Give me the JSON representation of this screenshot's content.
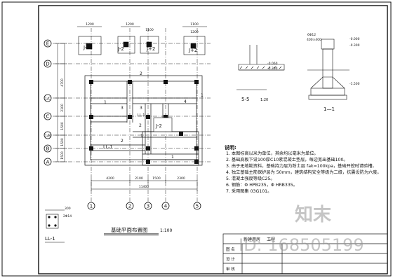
{
  "sheet": {
    "title": "基础平面布置图",
    "scale": "1:100",
    "project_label": "新建用房",
    "project_suffix": "工程"
  },
  "axes": {
    "horizontal": [
      "E",
      "D",
      "1/C",
      "C",
      "1/B",
      "B",
      "A"
    ],
    "vertical": [
      "1",
      "2",
      "3",
      "4",
      "5"
    ]
  },
  "dims": {
    "bottom": [
      "4200",
      "2100",
      "1500",
      "2300"
    ],
    "bottom_total": "11400",
    "left": [
      "4700",
      "2100",
      "1500",
      "1500",
      "1500"
    ],
    "footing_top": [
      "1200",
      "1200",
      "1100",
      "1100",
      "1200"
    ]
  },
  "footings": {
    "j1": "J-1",
    "j2": "J-2",
    "j2_alt": "J+2",
    "j2_plan": "J-2"
  },
  "plan_labels": {
    "beam_ll1": "LL-1",
    "beam_ll1b": "LL-1",
    "n1": "1",
    "n2": "2",
    "n3": "3",
    "n4": "4",
    "n1b": "1",
    "n2b": "2",
    "n3b": "3",
    "n1c": "1",
    "n2c": "2",
    "n1d": "1"
  },
  "sections": {
    "s55": {
      "label": "5-5",
      "scale": "1:20",
      "elev": "-0.060",
      "elev2": "-0.300"
    },
    "s11": {
      "label": "1—1",
      "elev_top": "-0.000",
      "elev_mid": "-0.300",
      "elev_bot": "-1.500",
      "rebar": "6Φ12",
      "dim": "400×400"
    },
    "ll1": {
      "label": "LL-1",
      "dim_top": "300",
      "rebar": "2Φ14"
    }
  },
  "notes": {
    "heading": "说明:",
    "lines": [
      "1. 本图标高以米为单位，其余均以毫米为单位。",
      "2. 基础底板下设100厚C10素混凝土垫层，每边宽出基础100。",
      "3. 由于无地勘资料，基础持力层为粉土层 fak=100kpa，基础开挖时请验槽。",
      "4. 独立基础主筋保护层为 50mm，建筑结构安全等级为二级，抗震设防为六度。",
      "5. 混凝土强度等级C25。",
      "6. 钢筋：Φ HPB235，Φ HRB335。",
      "7. 采用图集 03G101。"
    ]
  },
  "title_block": {
    "row1": "图 名",
    "row2": "设 计",
    "row3": "审 核"
  },
  "watermark": {
    "logo": "知末",
    "id_text": "ID: 168505199"
  }
}
